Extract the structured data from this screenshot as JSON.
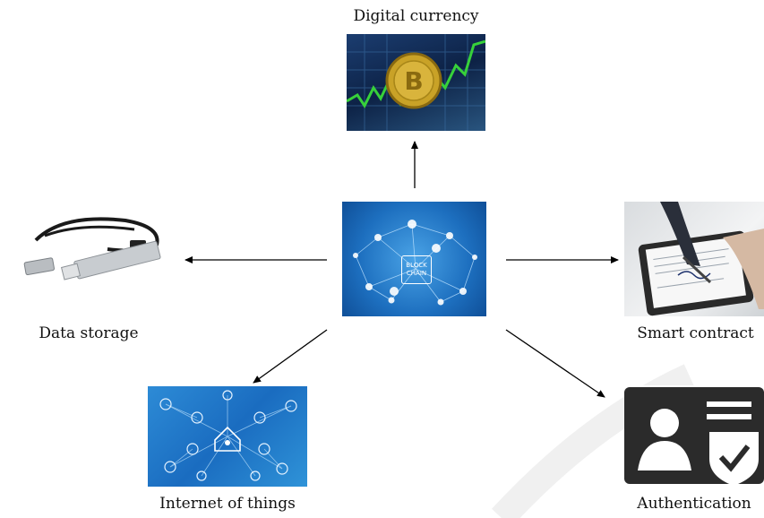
{
  "nodes": {
    "center": {
      "text_line1": "BLOCK",
      "text_line2": "CHAIN"
    },
    "digital_currency": {
      "label": "Digital currency"
    },
    "data_storage": {
      "label": "Data storage"
    },
    "smart_contract": {
      "label": "Smart contract"
    },
    "internet_of_things": {
      "label": "Internet of things"
    },
    "authentication": {
      "label": "Authentication"
    }
  },
  "colors": {
    "arrow": "#000000",
    "blockchain_bg": "#1d6fbf",
    "iot_bg": "#2d8bd6",
    "auth_card": "#2b2b2b",
    "watermark": "#f2f2f2"
  }
}
